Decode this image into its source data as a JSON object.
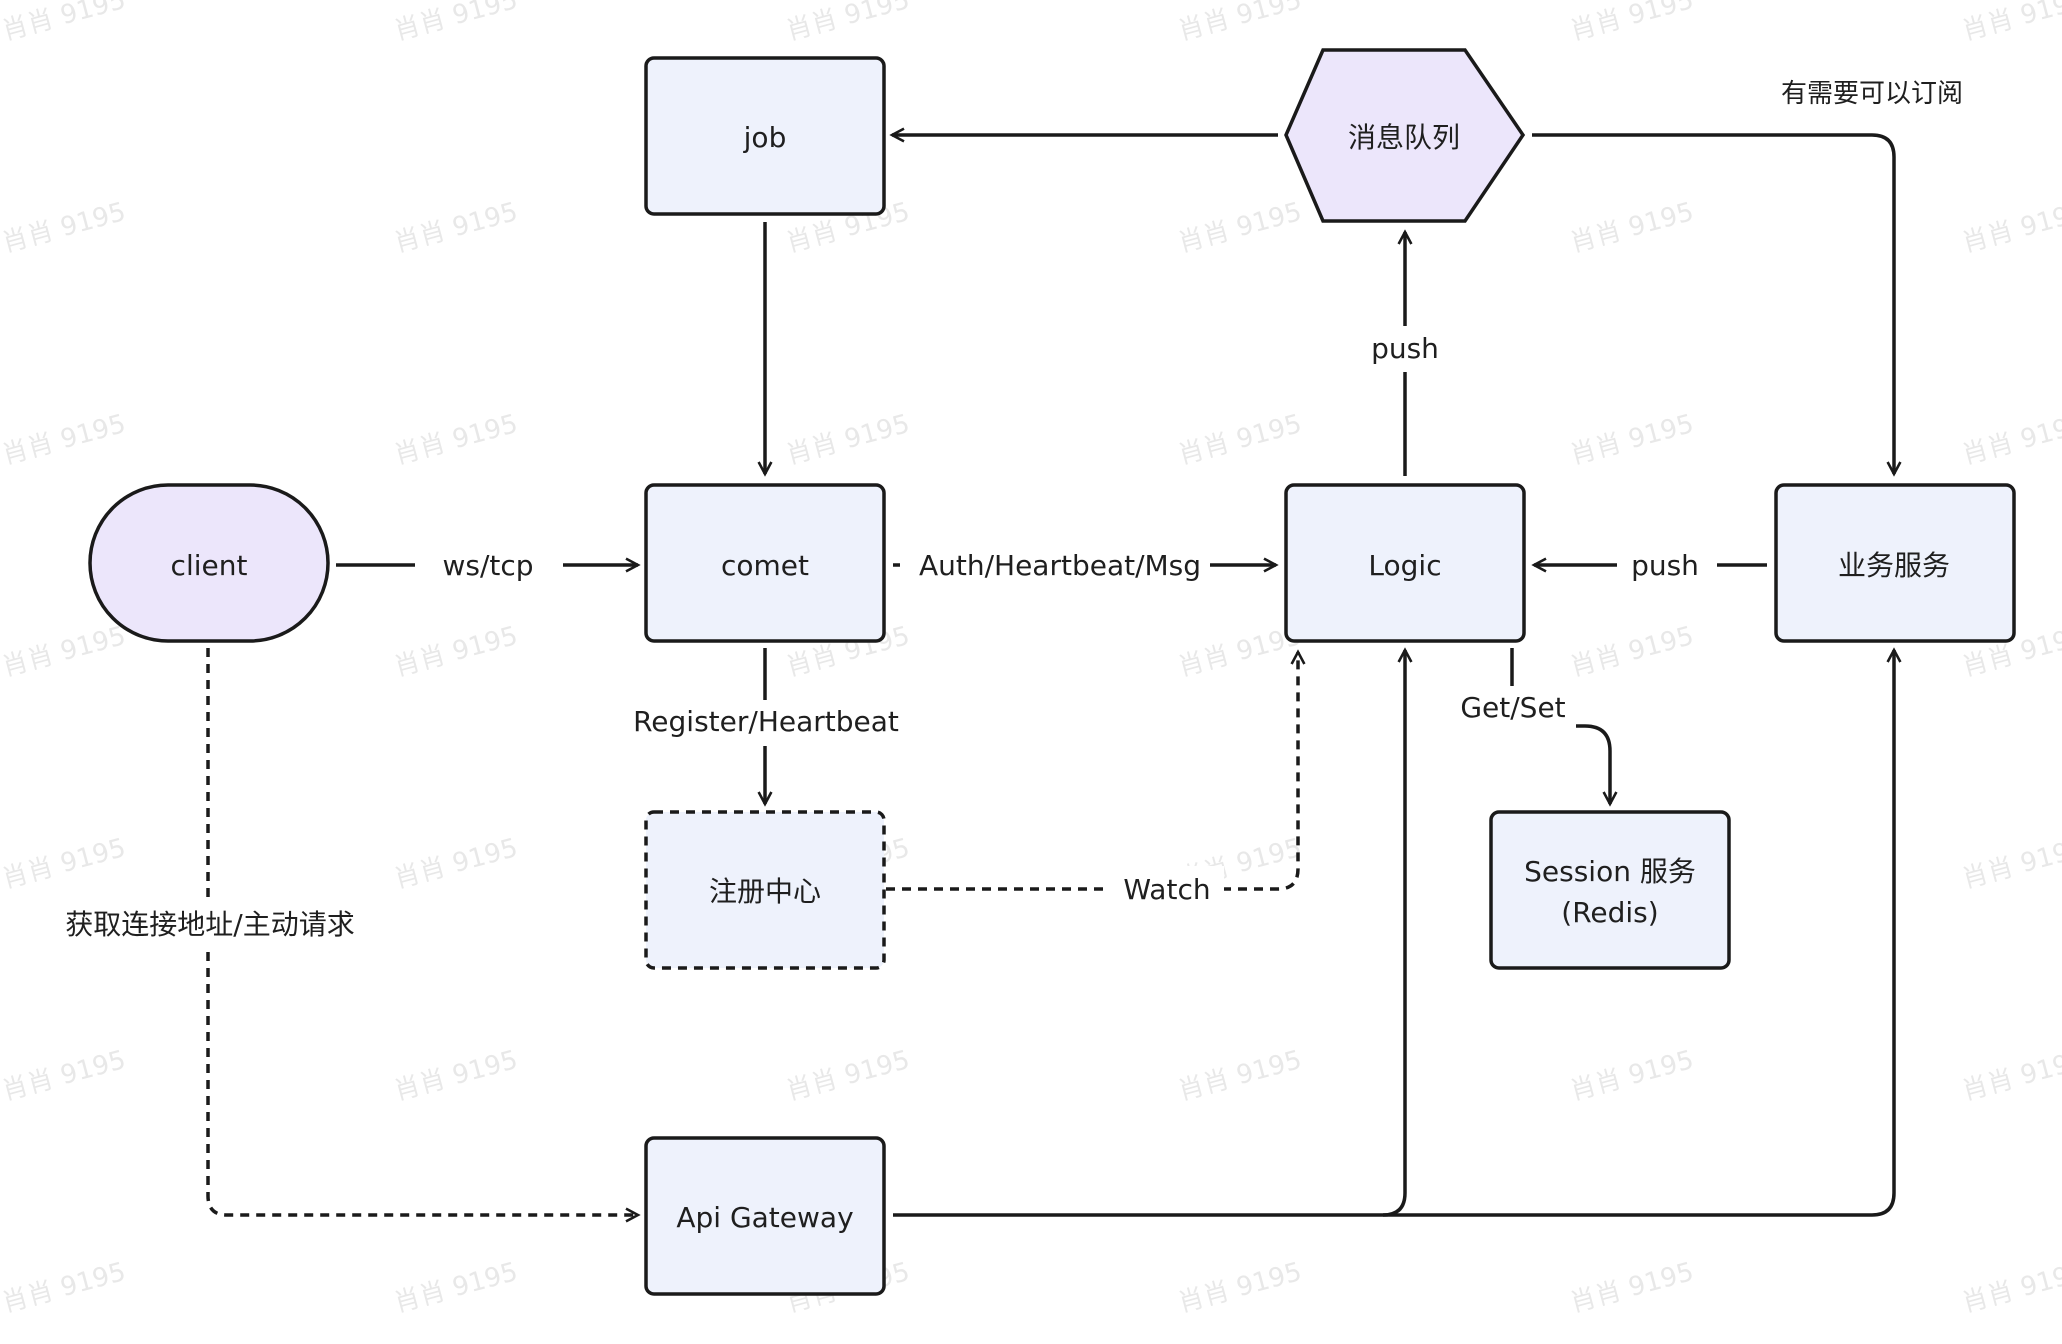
{
  "watermark": "肖肖 9195",
  "nodes": {
    "job": "job",
    "mq": "消息队列",
    "client": "client",
    "comet": "comet",
    "logic": "Logic",
    "biz": "业务服务",
    "registry": "注册中心",
    "session_line1": "Session 服务",
    "session_line2": "(Redis)",
    "gateway": "Api Gateway"
  },
  "edges": {
    "client_comet": "ws/tcp",
    "comet_logic": "Auth/Heartbeat/Msg",
    "comet_registry": "Register/Heartbeat",
    "registry_logic": "Watch",
    "logic_mq": "push",
    "biz_logic": "push",
    "logic_session": "Get/Set",
    "client_gateway": "获取连接地址/主动请求"
  },
  "notes": {
    "subscribe": "有需要可以订阅"
  }
}
